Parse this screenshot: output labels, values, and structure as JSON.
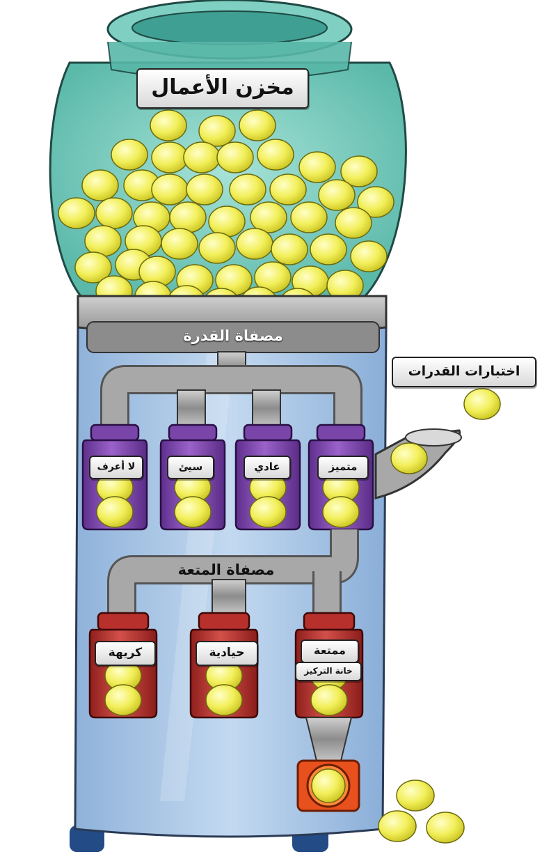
{
  "labels": {
    "work_reservoir": "مخزن الأعمال",
    "ability_filter": "مصفاة القدرة",
    "ability_tests": "اختبارات القدرات",
    "enjoyment_filter": "مصفاة المتعة",
    "focus_box": "خانة التركيز"
  },
  "ability_bins": [
    "لا أعرف",
    "سيئ",
    "عادي",
    "متميز"
  ],
  "enjoyment_bins": [
    "كريهة",
    "حيادية",
    "ممتعة"
  ],
  "colors": {
    "glass": "#7ccfc2",
    "tank": "#a9c6e6",
    "ball": "#f2ef5a",
    "ability_bin": "#7a45a8",
    "enjoyment_bin": "#b8302c",
    "focus_box": "#e8501d",
    "pipe": "#9a9a9a"
  }
}
